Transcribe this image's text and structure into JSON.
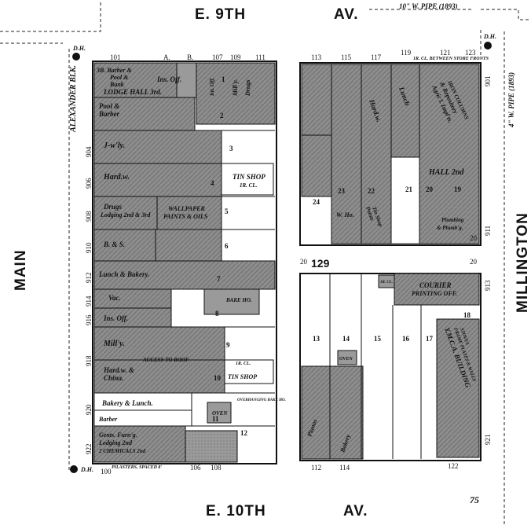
{
  "streets": {
    "top": "E.   9TH",
    "top_av": "AV.",
    "bottom": "E.   10TH",
    "bottom_av": "AV.",
    "left": "MAIN",
    "right": "MILLINGTON"
  },
  "pipes": {
    "top": "10\" W. PIPE (1893)",
    "right": "4\" W. PIPE (1893)"
  },
  "hydrant_label": "D.H.",
  "left_block": {
    "side_label": "ALEXANDER BLK.",
    "top_numbers": [
      "101",
      "A.",
      "B.",
      "107",
      "109",
      "111"
    ],
    "bottom_numbers": [
      "100",
      "106",
      "108"
    ],
    "left_numbers": [
      "904",
      "906",
      "908",
      "910",
      "912",
      "914",
      "916",
      "918",
      "920",
      "922"
    ],
    "buildings": [
      {
        "id": "barber",
        "lines": [
          "3B. Barber &",
          "Pool &",
          "Bank"
        ]
      },
      {
        "id": "lodge",
        "lines": [
          "LODGE HALL 3rd."
        ]
      },
      {
        "id": "ins",
        "lines": [
          "Ins. Off."
        ]
      },
      {
        "id": "pool",
        "lines": [
          "Pool &",
          "Barber"
        ]
      },
      {
        "id": "jewelry",
        "lines": [
          "J-w'ly."
        ]
      },
      {
        "id": "hardw",
        "lines": [
          "Hard.w."
        ]
      },
      {
        "id": "tinshop",
        "lines": [
          "TIN SHOP",
          "1R. CL."
        ]
      },
      {
        "id": "drugs",
        "lines": [
          "Drugs",
          "Lodging 2nd & 3rd"
        ]
      },
      {
        "id": "wallpaper",
        "lines": [
          "WALLPAPER",
          "PAINTS & OILS"
        ]
      },
      {
        "id": "bands",
        "lines": [
          "B. & S."
        ]
      },
      {
        "id": "lunch",
        "lines": [
          "Lunch & Bakery."
        ]
      },
      {
        "id": "vac",
        "lines": [
          "Vac."
        ]
      },
      {
        "id": "insoff",
        "lines": [
          "Ins. Off."
        ]
      },
      {
        "id": "milly",
        "lines": [
          "Mill'y."
        ]
      },
      {
        "id": "hardchina",
        "lines": [
          "Hard.w. &",
          "China."
        ]
      },
      {
        "id": "tinshop2",
        "lines": [
          "TIN SHOP"
        ]
      },
      {
        "id": "bakery",
        "lines": [
          "Bakery & Lunch."
        ]
      },
      {
        "id": "barber2",
        "lines": [
          "Barber"
        ]
      },
      {
        "id": "gents",
        "lines": [
          "Gents. Furn'g.",
          "Lodging 2nd",
          "2 CHEMICALS 2nd"
        ]
      }
    ],
    "small_labels": [
      "Drugs",
      "Mill'y.",
      "Int. Off.",
      "BAKE HO.",
      "1R. CL.",
      "OVEN",
      "OVERHANGING BAKE HO.",
      "ACCESS TO ROOF",
      "PILASTERS, SPACED 8'"
    ],
    "lot_numbers": [
      "1",
      "2",
      "3",
      "4",
      "5",
      "6",
      "7",
      "8",
      "9",
      "10",
      "11",
      "12"
    ]
  },
  "right_block": {
    "block_number": "129",
    "top_numbers": [
      "113",
      "115",
      "117",
      "119",
      "121",
      "123"
    ],
    "bottom_numbers": [
      "112",
      "114",
      "122"
    ],
    "right_numbers": [
      "901",
      "911",
      "913",
      "921"
    ],
    "corner_numbers": [
      "20",
      "20",
      "20"
    ],
    "note": "1R. CL. BETWEEN STORE FRONTS",
    "buildings": [
      {
        "id": "hardw",
        "lines": [
          "Hard.w."
        ]
      },
      {
        "id": "lunch",
        "lines": [
          "Lunch"
        ]
      },
      {
        "id": "agric",
        "lines": [
          "Agric'l. Impl'ts.",
          "& Repository",
          "IRON COLUMNS"
        ]
      },
      {
        "id": "hall",
        "lines": [
          "HALL 2nd"
        ]
      },
      {
        "id": "whs",
        "lines": [
          "W. Ho."
        ]
      },
      {
        "id": "paints",
        "lines": [
          "Paints",
          "Tin Shop"
        ]
      },
      {
        "id": "plumbing",
        "lines": [
          "Plumbing",
          "& Plumb'g."
        ]
      },
      {
        "id": "courier",
        "lines": [
          "COURIER",
          "PRINTING OFF."
        ]
      },
      {
        "id": "ymca",
        "lines": [
          "Y.M.C.A. BUILDING",
          "FRAME PLATES & WALLS",
          "STOVES"
        ]
      },
      {
        "id": "pianos",
        "lines": [
          "Pianos"
        ]
      },
      {
        "id": "bakery",
        "lines": [
          "Bakery"
        ]
      },
      {
        "id": "oven",
        "lines": [
          "OVEN"
        ]
      },
      {
        "id": "ircl",
        "lines": [
          "1R. CL."
        ]
      }
    ],
    "lot_numbers": [
      "13",
      "14",
      "15",
      "16",
      "17",
      "18",
      "19",
      "20",
      "21",
      "22",
      "23",
      "24"
    ]
  },
  "misc": {
    "scale_mark": "75"
  }
}
